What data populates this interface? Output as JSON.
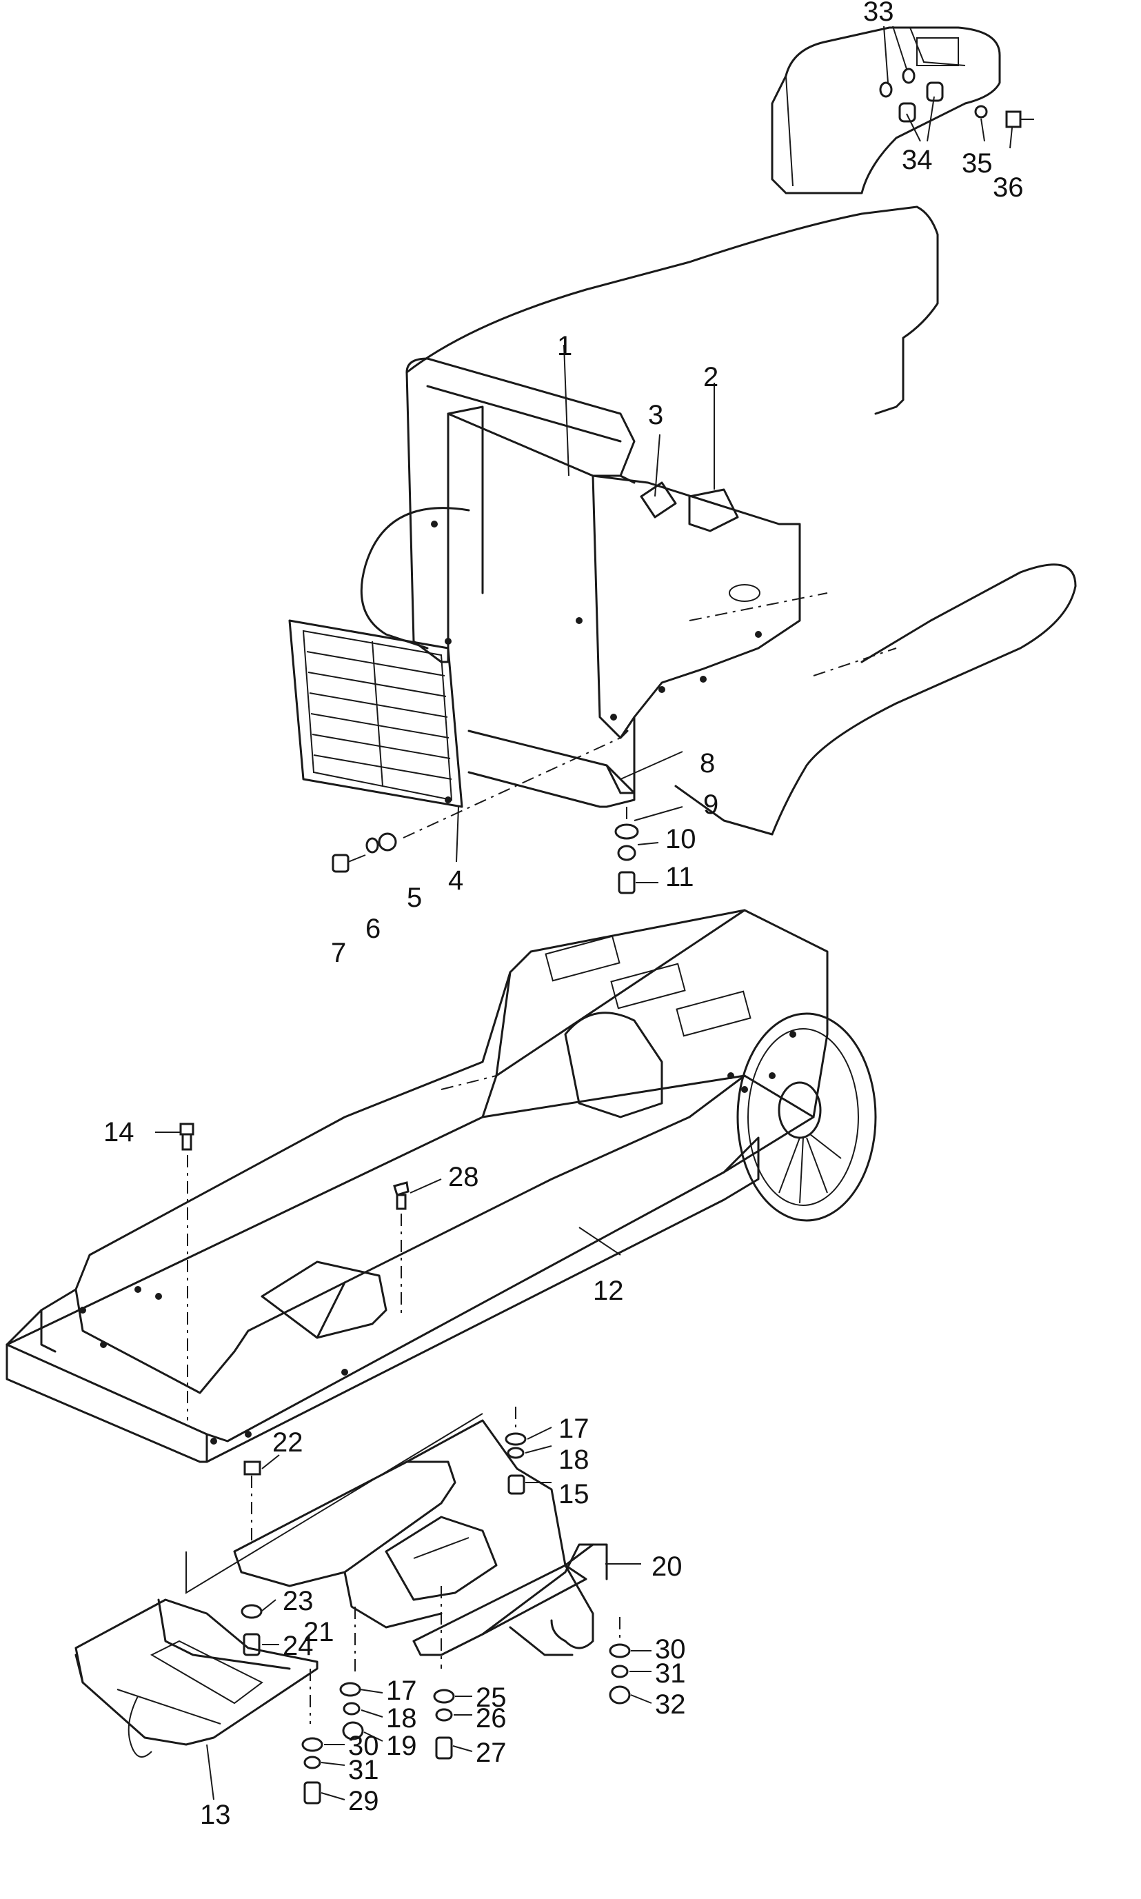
{
  "callouts": {
    "c1": "1",
    "c2": "2",
    "c3": "3",
    "c4": "4",
    "c5": "5",
    "c6": "6",
    "c7": "7",
    "c8": "8",
    "c9": "9",
    "c10": "10",
    "c11": "11",
    "c12": "12",
    "c13": "13",
    "c14": "14",
    "c15": "15",
    "c17a": "17",
    "c17b": "17",
    "c18a": "18",
    "c18b": "18",
    "c19": "19",
    "c20": "20",
    "c21": "21",
    "c22": "22",
    "c23": "23",
    "c24": "24",
    "c25": "25",
    "c26": "26",
    "c27": "27",
    "c28": "28",
    "c29": "29",
    "c30a": "30",
    "c30b": "30",
    "c31a": "31",
    "c31b": "31",
    "c32": "32",
    "c33": "33",
    "c34": "34",
    "c35": "35",
    "c36": "36"
  }
}
